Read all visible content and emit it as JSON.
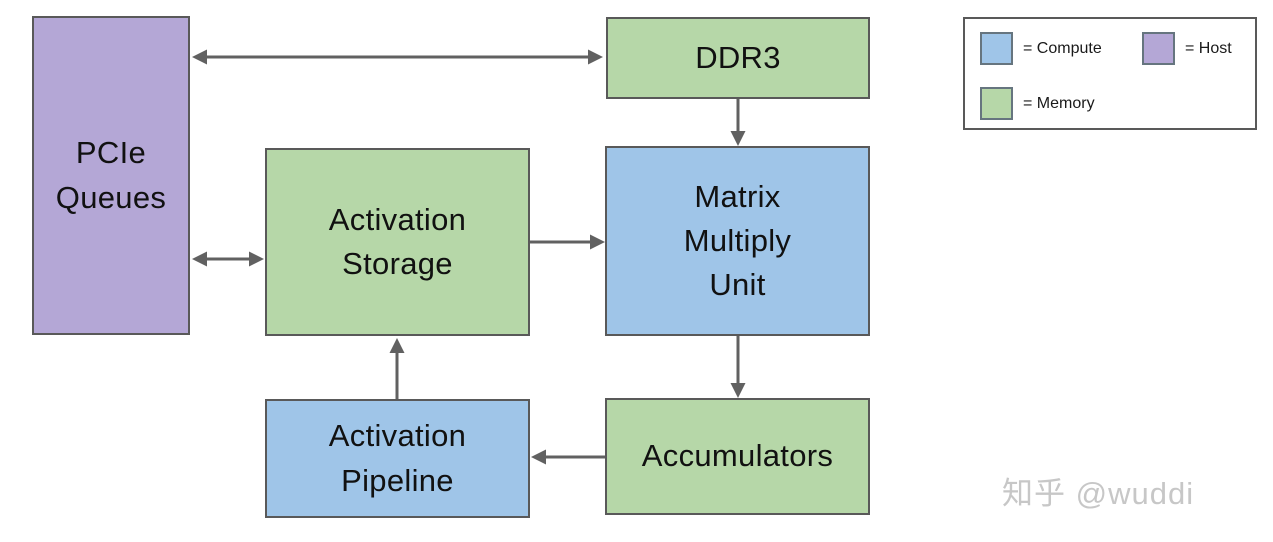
{
  "colors": {
    "compute": "#9fc5e8",
    "memory": "#b6d7a8",
    "host": "#b4a7d6",
    "border": "#595959",
    "arrow": "#616161",
    "text": "#111111",
    "watermark": "#c7c7c7"
  },
  "diagram": {
    "nodes": [
      {
        "id": "pcie-queues",
        "label": "PCIe\nQueues",
        "type": "host"
      },
      {
        "id": "ddr3",
        "label": "DDR3",
        "type": "memory"
      },
      {
        "id": "activation-storage",
        "label": "Activation\nStorage",
        "type": "memory"
      },
      {
        "id": "matrix-multiply-unit",
        "label": "Matrix\nMultiply\nUnit",
        "type": "compute"
      },
      {
        "id": "activation-pipeline",
        "label": "Activation\nPipeline",
        "type": "compute"
      },
      {
        "id": "accumulators",
        "label": "Accumulators",
        "type": "memory"
      }
    ],
    "edges": [
      {
        "from": "pcie-queues",
        "to": "ddr3",
        "bidirectional": true
      },
      {
        "from": "pcie-queues",
        "to": "activation-storage",
        "bidirectional": true
      },
      {
        "from": "ddr3",
        "to": "matrix-multiply-unit",
        "bidirectional": false
      },
      {
        "from": "activation-storage",
        "to": "matrix-multiply-unit",
        "bidirectional": false
      },
      {
        "from": "matrix-multiply-unit",
        "to": "accumulators",
        "bidirectional": false
      },
      {
        "from": "accumulators",
        "to": "activation-pipeline",
        "bidirectional": false
      },
      {
        "from": "activation-pipeline",
        "to": "activation-storage",
        "bidirectional": false
      }
    ]
  },
  "legend": {
    "items": [
      {
        "label": "= Compute",
        "color": "#9fc5e8",
        "type": "compute"
      },
      {
        "label": "= Host",
        "color": "#b4a7d6",
        "type": "host"
      },
      {
        "label": "= Memory",
        "color": "#b6d7a8",
        "type": "memory"
      }
    ]
  },
  "watermark": {
    "text": "知乎 @wuddi"
  }
}
